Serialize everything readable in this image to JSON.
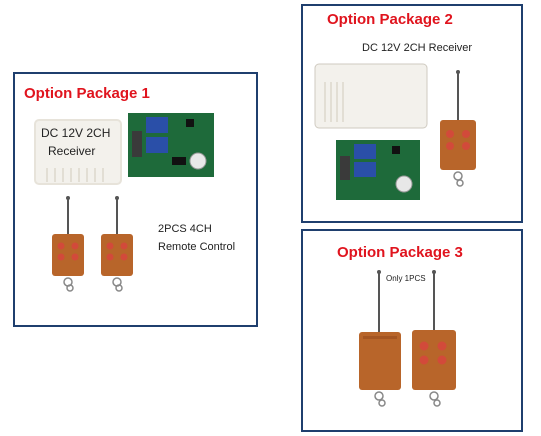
{
  "packages": [
    {
      "title": "Option Package  1",
      "receiver_label_line1": "DC  12V  2CH",
      "receiver_label_line2": "Receiver",
      "remote_label_line1": "2PCS  4CH",
      "remote_label_line2": "Remote Control"
    },
    {
      "title": "Option Package  2",
      "receiver_label": "DC  12V  2CH  Receiver"
    },
    {
      "title": "Option Package 3",
      "quantity_label": "Only 1PCS"
    }
  ],
  "colors": {
    "border": "#1f3f6e",
    "title": "#e0141e",
    "remote_body": "#b8652a",
    "remote_button": "#d24a3a",
    "pcb": "#1e6a3a",
    "relay": "#2a4fa8",
    "enclosure": "#f3f1ec"
  }
}
